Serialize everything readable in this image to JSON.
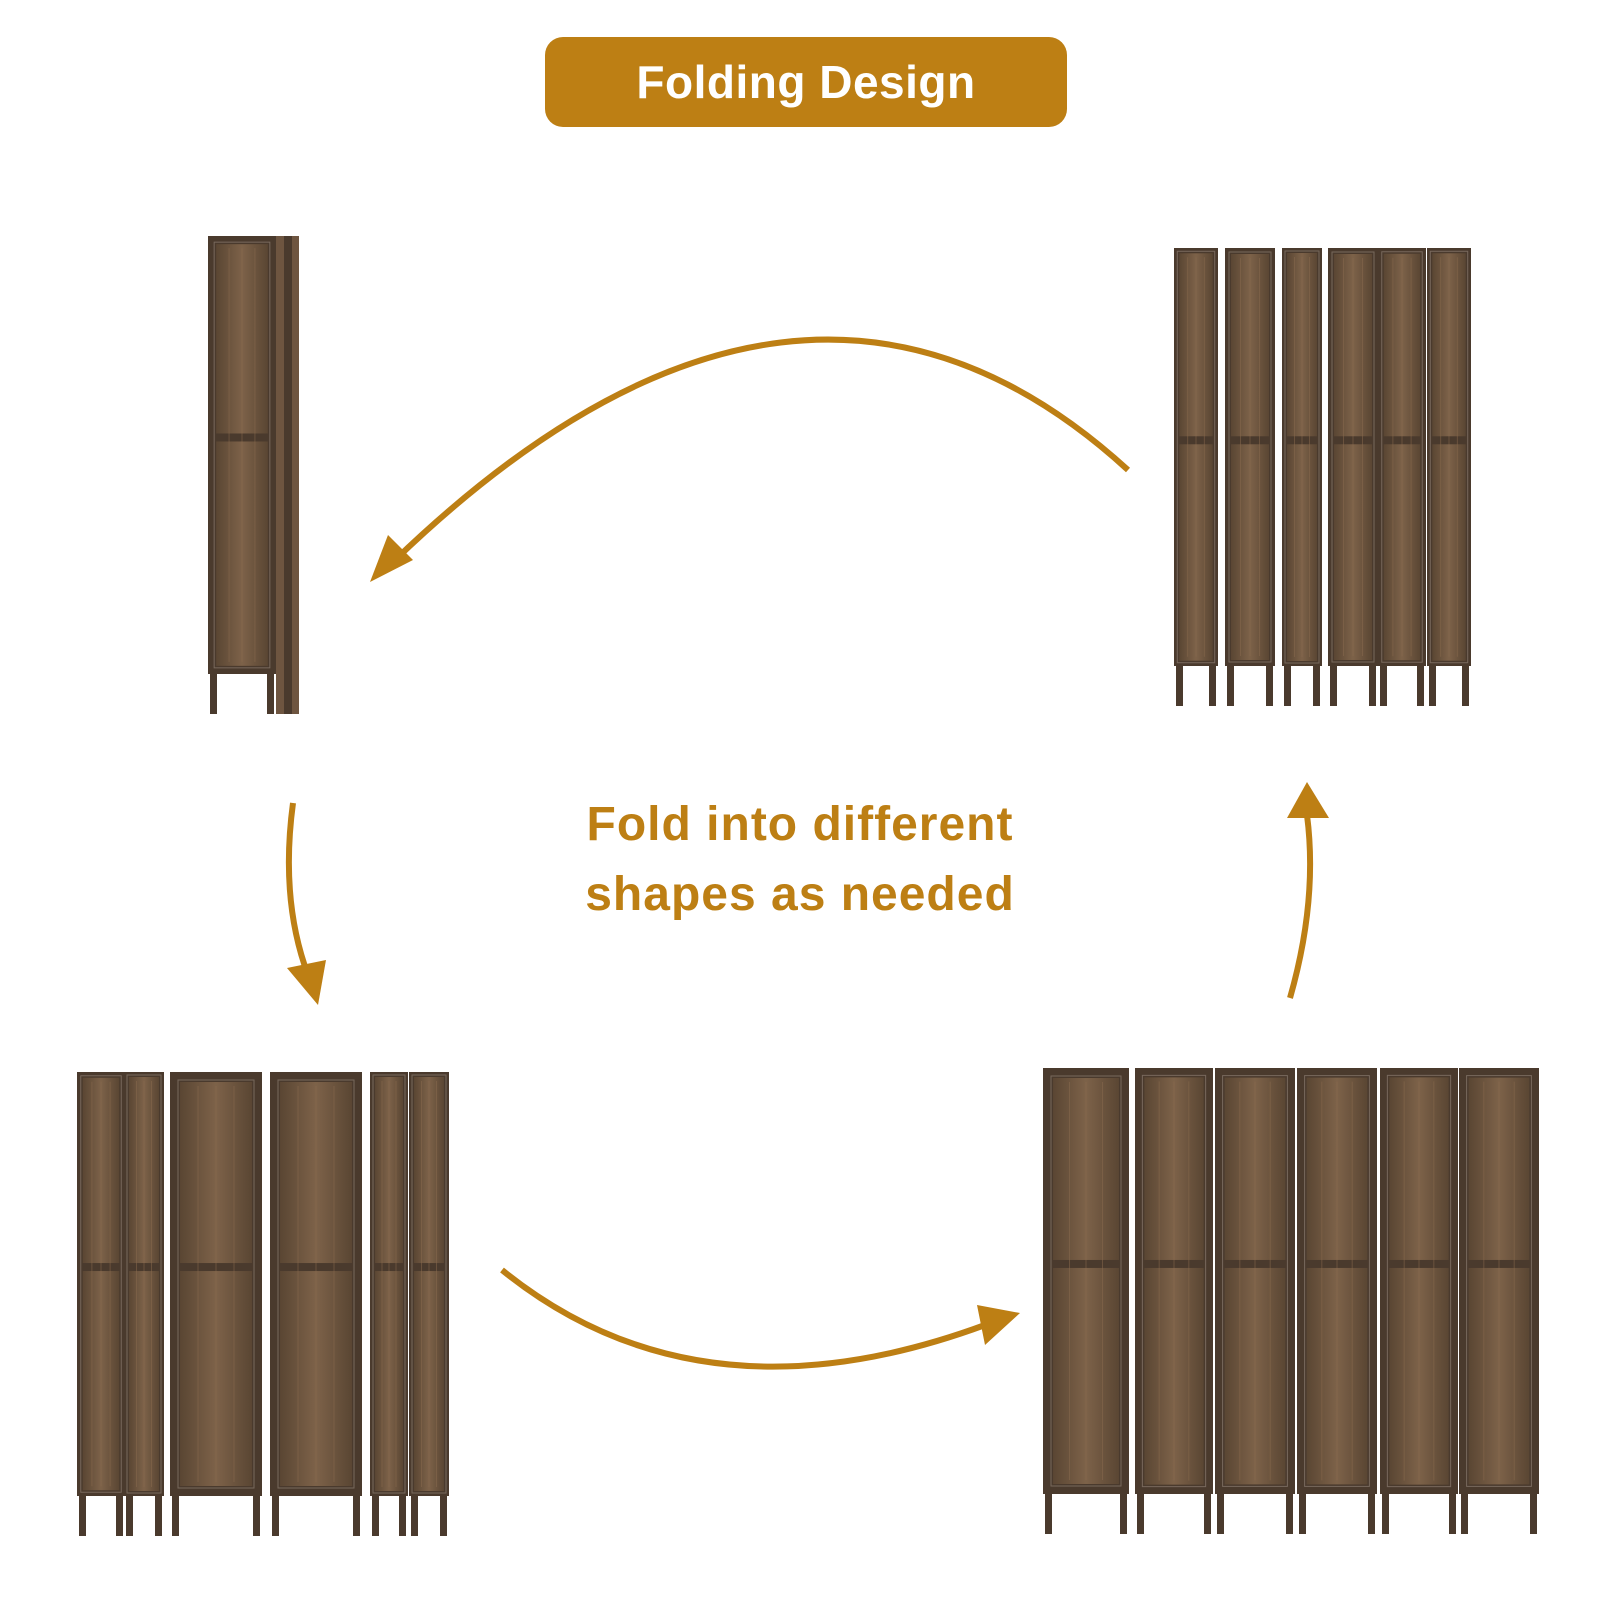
{
  "header": {
    "title": "Folding Design"
  },
  "caption": {
    "line1": "Fold into different",
    "line2": "shapes as needed"
  },
  "colors": {
    "accent": "#BD7F14",
    "wood_dark": "#4A3A2D",
    "wood_mid": "#6E5540",
    "wood_light": "#8A6B4E",
    "badge_text": "#FFFFFF"
  },
  "arrows": [
    {
      "name": "arrow-top",
      "direction": "right-to-left"
    },
    {
      "name": "arrow-left",
      "direction": "downward"
    },
    {
      "name": "arrow-bottom",
      "direction": "left-to-right"
    },
    {
      "name": "arrow-right",
      "direction": "upward"
    }
  ]
}
